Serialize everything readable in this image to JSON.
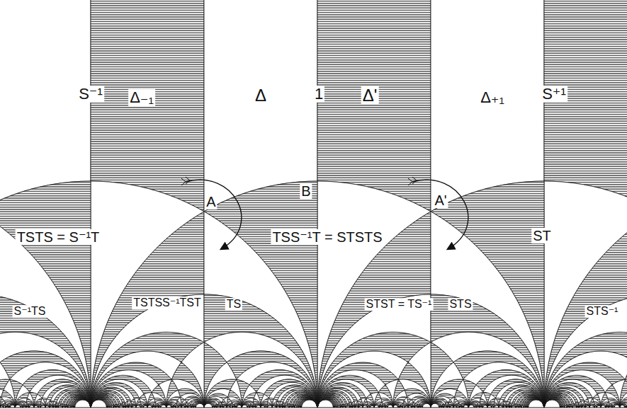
{
  "diagram": {
    "labels": [
      "S⁻¹",
      "Δ₋₁",
      "Δ",
      "1",
      "Δ'",
      "Δ₊₁",
      "S⁺¹",
      "B",
      "A",
      "A'",
      "TSTS = S⁻¹T",
      "TSS⁻¹T = STSTS",
      "ST",
      "S⁻¹TS",
      "TSTSS⁻¹TST",
      "TS",
      "STST = TS⁻¹",
      "STS",
      "STS⁻¹"
    ]
  }
}
